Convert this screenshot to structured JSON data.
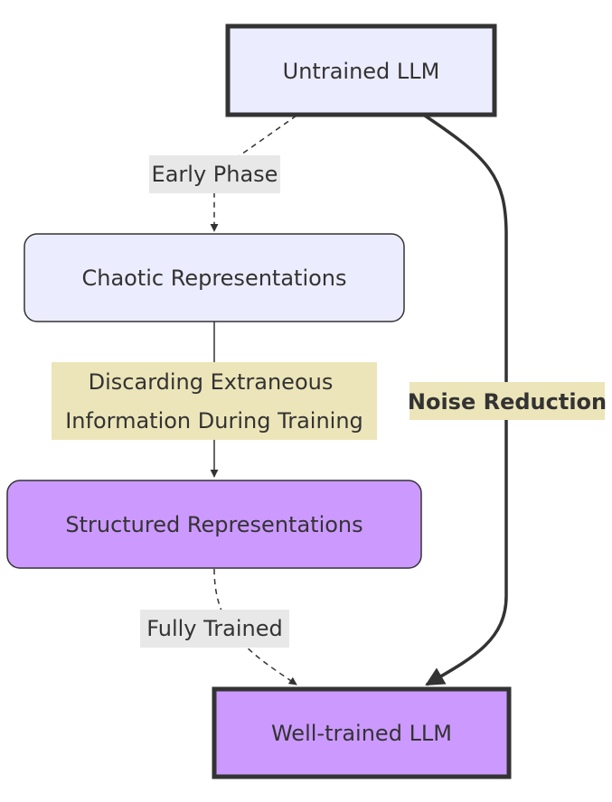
{
  "nodes": {
    "untrained": {
      "label": "Untrained LLM",
      "fill": "#ececff"
    },
    "chaotic": {
      "label": "Chaotic Representations",
      "fill": "#ececff"
    },
    "structured": {
      "label": "Structured Representations",
      "fill": "#cc99ff"
    },
    "well_trained": {
      "label": "Well-trained LLM",
      "fill": "#cc99ff"
    }
  },
  "edges": {
    "early_phase": {
      "label": "Early Phase"
    },
    "discarding": {
      "line1": "Discarding Extraneous",
      "line2": "Information During Training"
    },
    "fully_trained": {
      "label": "Fully Trained"
    },
    "noise_reduction": {
      "label": "Noise Reduction"
    }
  },
  "colors": {
    "stroke": "#333333",
    "label_bg_plain": "#e8e8e8",
    "label_bg_highlight": "#ece5b9"
  }
}
